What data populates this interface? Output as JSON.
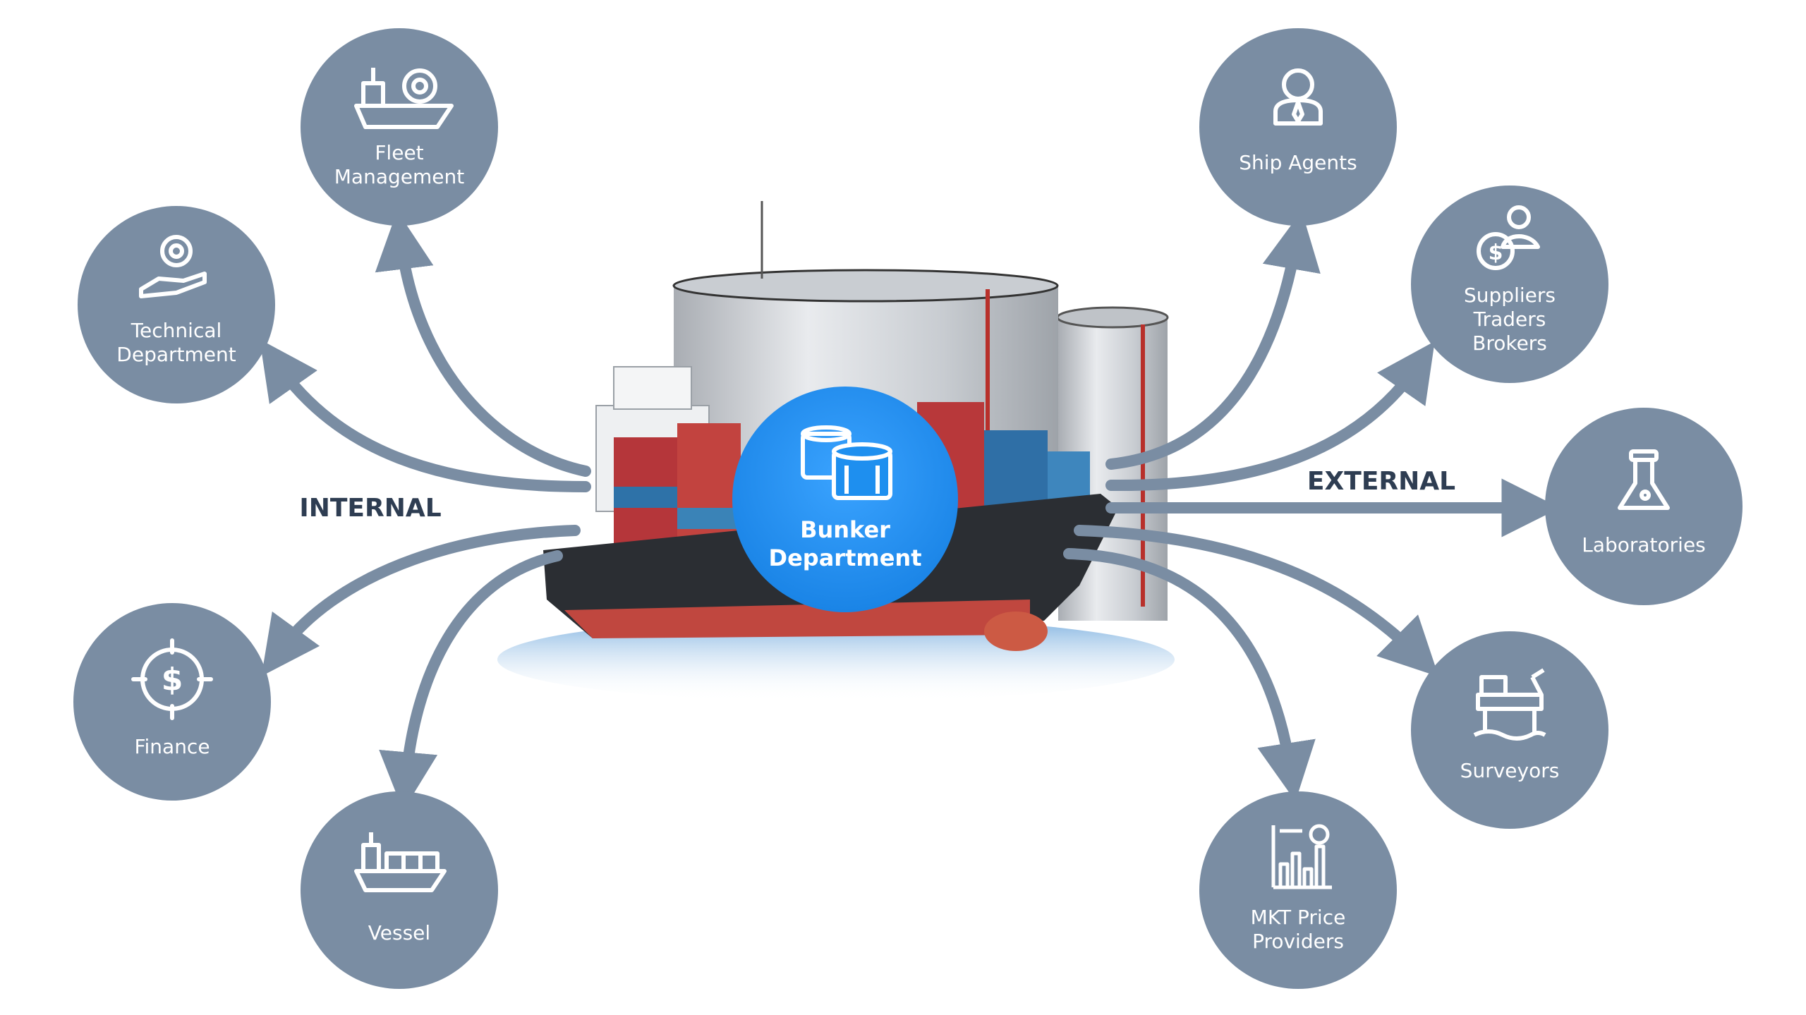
{
  "diagram": {
    "center": {
      "line1": "Bunker",
      "line2": "Department"
    },
    "side_labels": {
      "internal": "INTERNAL",
      "external": "EXTERNAL"
    },
    "colors": {
      "node_fill": "#7a8da3",
      "arrow": "#7a8da3",
      "center_fill": "#1e8fef",
      "label_text": "#2e3d52",
      "hull": "#2b2e33",
      "hull_red": "#c0473f",
      "water": "#7fb6e6",
      "tank": "#d8dbe0"
    },
    "internal_nodes": [
      {
        "id": "fleet",
        "icon": "ship-gear-icon",
        "lines": [
          "Fleet",
          "Management"
        ]
      },
      {
        "id": "technical",
        "icon": "gear-hand-icon",
        "lines": [
          "Technical",
          "Department"
        ]
      },
      {
        "id": "finance",
        "icon": "dollar-target-icon",
        "lines": [
          "Finance"
        ]
      },
      {
        "id": "vessel",
        "icon": "cargo-ship-icon",
        "lines": [
          "Vessel"
        ]
      }
    ],
    "external_nodes": [
      {
        "id": "agents",
        "icon": "person-tie-icon",
        "lines": [
          "Ship Agents"
        ]
      },
      {
        "id": "suppliers",
        "icon": "money-person-icon",
        "lines": [
          "Suppliers",
          "Traders",
          "Brokers"
        ]
      },
      {
        "id": "labs",
        "icon": "flask-icon",
        "lines": [
          "Laboratories"
        ]
      },
      {
        "id": "surveyors",
        "icon": "oil-rig-icon",
        "lines": [
          "Surveyors"
        ]
      },
      {
        "id": "mkt",
        "icon": "bar-chart-icon",
        "lines": [
          "MKT Price",
          "Providers"
        ]
      }
    ]
  }
}
